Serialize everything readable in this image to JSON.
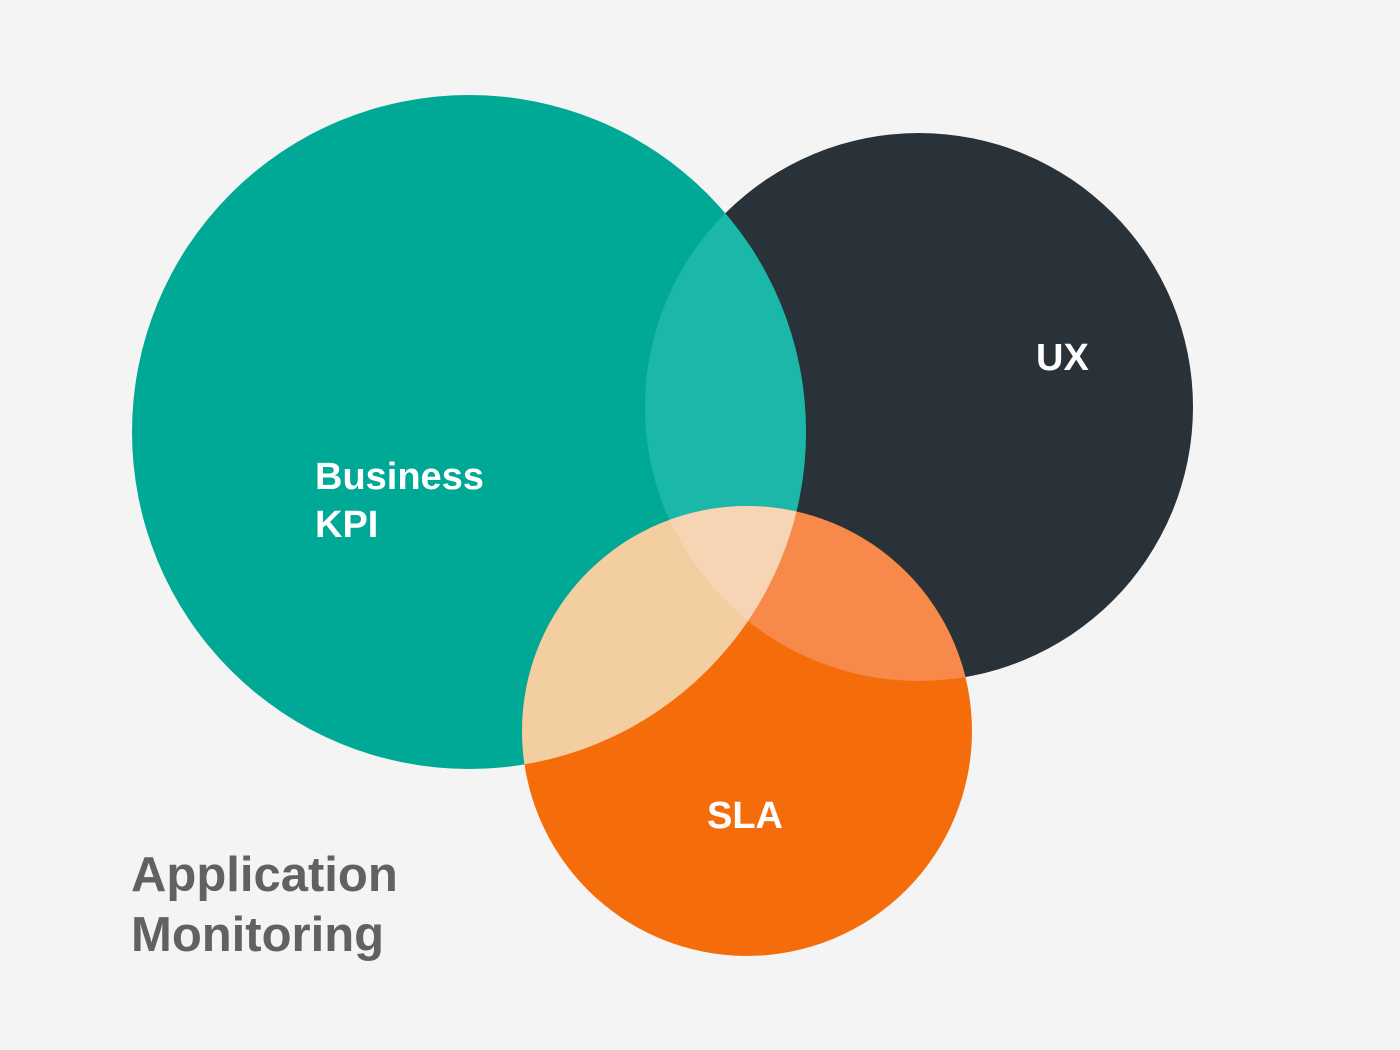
{
  "diagram": {
    "type": "venn",
    "title": [
      "Application",
      "Monitoring"
    ],
    "sets": [
      {
        "id": "kpi",
        "label_lines": [
          "Business",
          "KPI"
        ],
        "color": "#00a896"
      },
      {
        "id": "ux",
        "label_lines": [
          "UX"
        ],
        "color": "#283238"
      },
      {
        "id": "sla",
        "label_lines": [
          "SLA"
        ],
        "color": "#f56d0a"
      }
    ],
    "overlap_colors": {
      "kpi_ux": "#1bb8aa",
      "kpi_sla": "#f2cea0",
      "ux_sla": "#f7894a",
      "kpi_ux_sla": "#f7d5b4"
    },
    "background": "#f4f4f4",
    "caption_color": "#616161"
  }
}
